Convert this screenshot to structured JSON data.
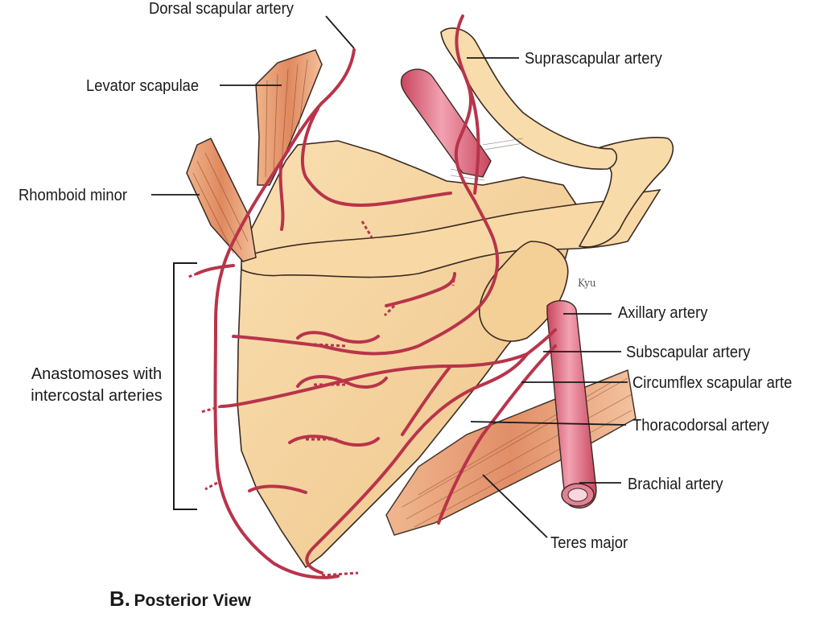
{
  "labels": {
    "dorsal_scapular_artery": "Dorsal scapular artery",
    "levator_scapulae": "Levator scapulae",
    "rhomboid_minor": "Rhomboid minor",
    "suprascapular_artery": "Suprascapular artery",
    "anastomoses_line1": "Anastomoses with",
    "anastomoses_line2": "intercostal arteries",
    "axillary_artery": "Axillary artery",
    "subscapular_artery": "Subscapular artery",
    "circumflex_scapular_artery": "Circumflex scapular arte",
    "thoracodorsal_artery": "Thoracodorsal artery",
    "brachial_artery": "Brachial artery",
    "teres_major": "Teres major"
  },
  "signature": "Kyu",
  "caption": {
    "letter": "B.",
    "title": "Posterior View"
  },
  "colors": {
    "bone": "#f6d6a2",
    "bone_shadow": "#e9b97a",
    "artery": "#b8344a",
    "artery_light": "#e7849a",
    "muscle": "#e39a6f",
    "outline": "#3a2a22"
  }
}
